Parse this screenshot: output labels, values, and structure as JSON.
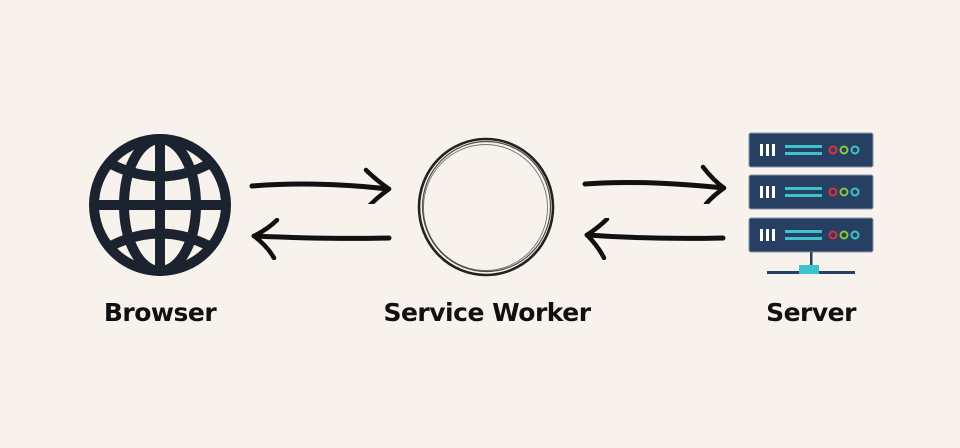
{
  "diagram": {
    "background_color": "#f7f3ec",
    "nodes": [
      {
        "id": "browser",
        "label": "Browser",
        "icon": "globe-icon"
      },
      {
        "id": "service_worker",
        "label": "Service Worker",
        "icon": "hand-drawn-circle"
      },
      {
        "id": "server",
        "label": "Server",
        "icon": "server-rack-icon"
      }
    ],
    "edges": [
      {
        "from": "browser",
        "to": "service_worker",
        "direction": "right"
      },
      {
        "from": "service_worker",
        "to": "browser",
        "direction": "left"
      },
      {
        "from": "service_worker",
        "to": "server",
        "direction": "right"
      },
      {
        "from": "server",
        "to": "service_worker",
        "direction": "left"
      }
    ],
    "colors": {
      "globe": "#1c2330",
      "arrow": "#111111",
      "circle": "#222222",
      "server_body": "#273f63",
      "server_accent": "#3cc3cc",
      "indicator_red": "#e0303a",
      "indicator_green": "#8cc63e",
      "indicator_teal": "#3cc3cc"
    }
  }
}
